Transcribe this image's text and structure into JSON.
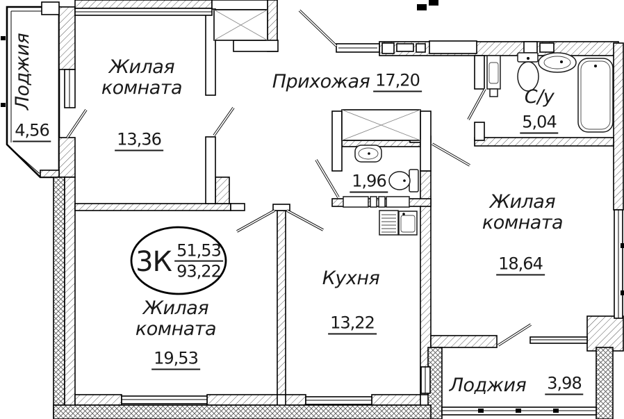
{
  "plan": {
    "title_badge": {
      "type": "3К",
      "living_area": "51,53",
      "total_area": "93,22"
    },
    "rooms": [
      {
        "id": "loggia-top",
        "name": "Лоджия",
        "area": "4,56"
      },
      {
        "id": "living-room-1",
        "name": "Жилая комната",
        "line1": "Жилая",
        "line2": "комната",
        "area": "13,36"
      },
      {
        "id": "hallway",
        "name": "Прихожая",
        "area": "17,20"
      },
      {
        "id": "bathroom",
        "name": "С/у",
        "area": "5,04"
      },
      {
        "id": "wc",
        "name": "",
        "area": "1,96"
      },
      {
        "id": "living-room-2",
        "name": "Жилая комната",
        "line1": "Жилая",
        "line2": "комната",
        "area": "18,64"
      },
      {
        "id": "kitchen",
        "name": "Кухня",
        "area": "13,22"
      },
      {
        "id": "living-room-3",
        "name": "Жилая комната",
        "line1": "Жилая",
        "line2": "комната",
        "area": "19,53"
      },
      {
        "id": "loggia-bottom",
        "name": "Лоджия",
        "area": "3,98"
      }
    ]
  }
}
